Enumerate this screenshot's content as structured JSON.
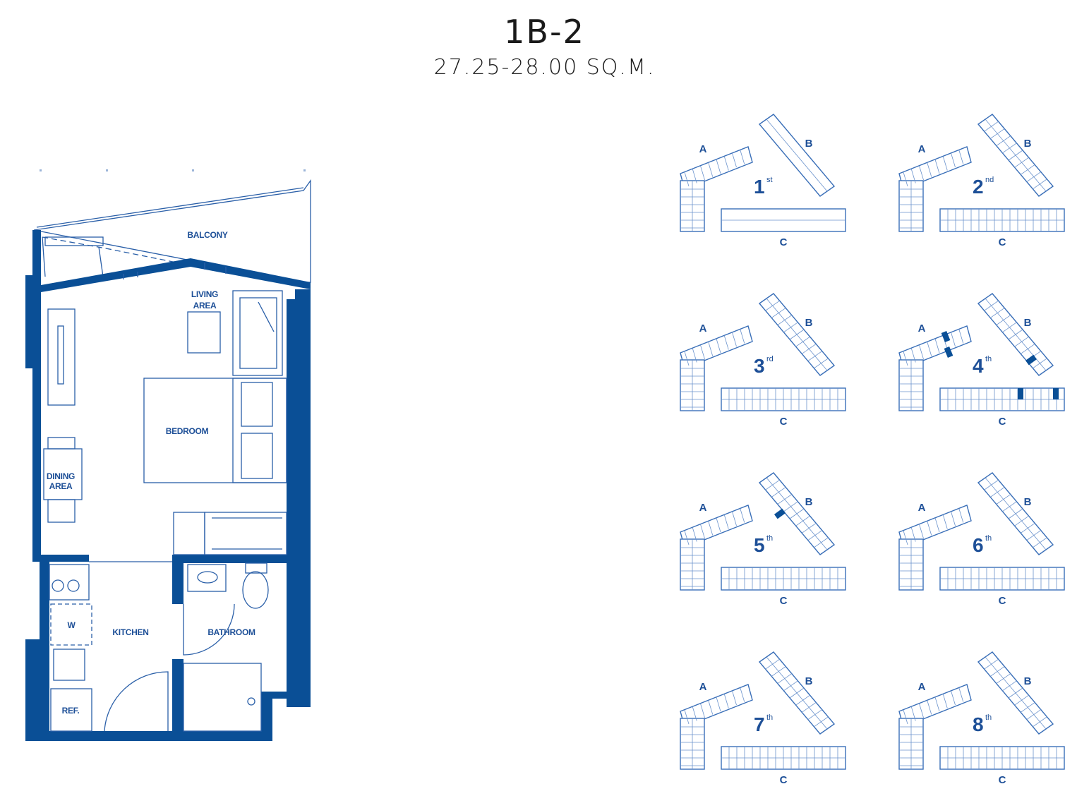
{
  "header": {
    "unit_type": "1B-2",
    "area": "27.25-28.00 SQ.M."
  },
  "floor_plan": {
    "rooms": {
      "balcony": "BALCONY",
      "living_line1": "LIVING",
      "living_line2": "AREA",
      "bedroom": "BEDROOM",
      "dining_line1": "DINING",
      "dining_line2": "AREA",
      "kitchen": "KITCHEN",
      "bathroom": "BATHROOM",
      "washer": "W",
      "fridge": "REF."
    },
    "wall_color": "#0a4f96"
  },
  "key_plans": [
    {
      "floor": "1",
      "suffix": "st",
      "buildings": [
        "A",
        "B",
        "C"
      ],
      "highlight": []
    },
    {
      "floor": "2",
      "suffix": "nd",
      "buildings": [
        "A",
        "B",
        "C"
      ],
      "highlight": []
    },
    {
      "floor": "3",
      "suffix": "rd",
      "buildings": [
        "A",
        "B",
        "C"
      ],
      "highlight": []
    },
    {
      "floor": "4",
      "suffix": "th",
      "buildings": [
        "A",
        "B",
        "C"
      ],
      "highlight": [
        "A",
        "A",
        "B",
        "C",
        "C"
      ]
    },
    {
      "floor": "5",
      "suffix": "th",
      "buildings": [
        "A",
        "B",
        "C"
      ],
      "highlight": [
        "B"
      ]
    },
    {
      "floor": "6",
      "suffix": "th",
      "buildings": [
        "A",
        "B",
        "C"
      ],
      "highlight": []
    },
    {
      "floor": "7",
      "suffix": "th",
      "buildings": [
        "A",
        "B",
        "C"
      ],
      "highlight": []
    },
    {
      "floor": "8",
      "suffix": "th",
      "buildings": [
        "A",
        "B",
        "C"
      ],
      "highlight": []
    }
  ]
}
